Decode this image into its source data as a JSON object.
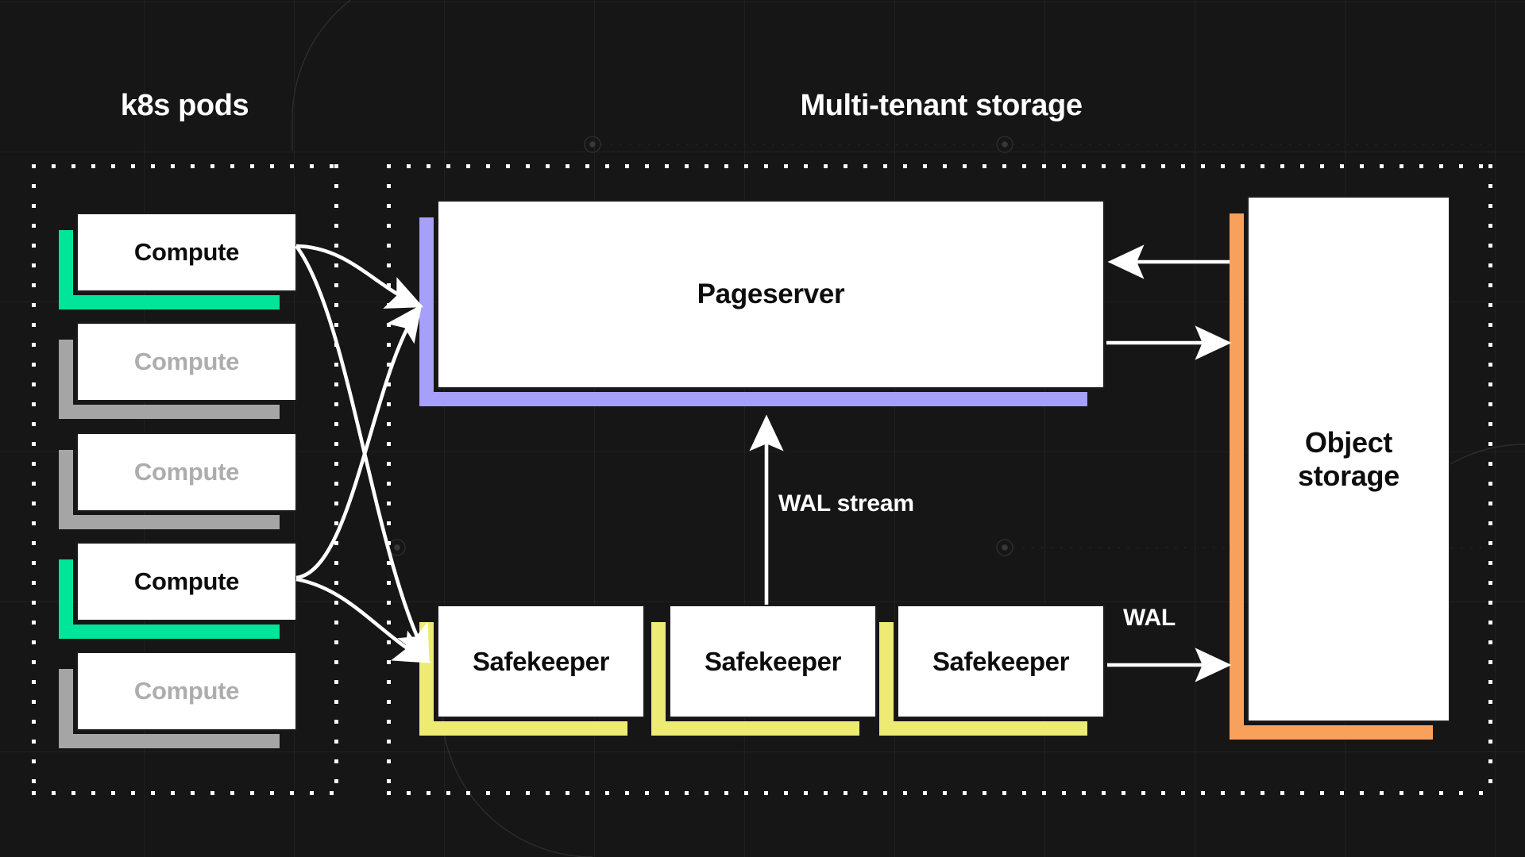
{
  "diagram": {
    "title_k8s": "k8s pods",
    "title_storage": "Multi-tenant storage",
    "colors": {
      "background": "#161616",
      "compute_active": "#00E599",
      "compute_idle": "#A5A5A5",
      "pageserver": "#A7A0F8",
      "safekeeper": "#EDEB74",
      "object_storage": "#F9A05B",
      "card": "#FFFFFF",
      "text_light": "#FFFFFF",
      "text_dark": "#0D0D0D",
      "text_muted": "#ADADAD"
    },
    "groups": {
      "k8s_pods": {
        "label": "k8s pods",
        "nodes": [
          {
            "label": "Compute",
            "state": "active",
            "accent": "#00E599",
            "text": "#0D0D0D"
          },
          {
            "label": "Compute",
            "state": "idle",
            "accent": "#A5A5A5",
            "text": "#ADADAD"
          },
          {
            "label": "Compute",
            "state": "idle",
            "accent": "#A5A5A5",
            "text": "#ADADAD"
          },
          {
            "label": "Compute",
            "state": "active",
            "accent": "#00E599",
            "text": "#0D0D0D"
          },
          {
            "label": "Compute",
            "state": "idle",
            "accent": "#A5A5A5",
            "text": "#ADADAD"
          }
        ]
      },
      "multi_tenant_storage": {
        "label": "Multi-tenant storage",
        "pageserver": {
          "label": "Pageserver",
          "accent": "#A7A0F8"
        },
        "safekeepers": [
          {
            "label": "Safekeeper",
            "accent": "#EDEB74"
          },
          {
            "label": "Safekeeper",
            "accent": "#EDEB74"
          },
          {
            "label": "Safekeeper",
            "accent": "#EDEB74"
          }
        ],
        "object_storage": {
          "label": "Object\nstorage",
          "line1": "Object",
          "line2": "storage",
          "accent": "#F9A05B"
        }
      }
    },
    "edges": [
      {
        "from": "Compute 1",
        "to": "Pageserver",
        "label": "",
        "style": "curve"
      },
      {
        "from": "Compute 1",
        "to": "Safekeeper 1",
        "label": "",
        "style": "curve"
      },
      {
        "from": "Compute 4",
        "to": "Pageserver",
        "label": "",
        "style": "curve"
      },
      {
        "from": "Compute 4",
        "to": "Safekeeper 1",
        "label": "",
        "style": "curve"
      },
      {
        "from": "Safekeeper 2",
        "to": "Pageserver",
        "label": "WAL stream",
        "style": "straight-up"
      },
      {
        "from": "Object storage",
        "to": "Pageserver",
        "label": "",
        "style": "straight-left"
      },
      {
        "from": "Pageserver",
        "to": "Object storage",
        "label": "",
        "style": "straight-right"
      },
      {
        "from": "Safekeeper 3",
        "to": "Object storage",
        "label": "WAL",
        "style": "straight-right"
      }
    ],
    "edge_labels": {
      "wal_stream": "WAL stream",
      "wal": "WAL"
    }
  }
}
